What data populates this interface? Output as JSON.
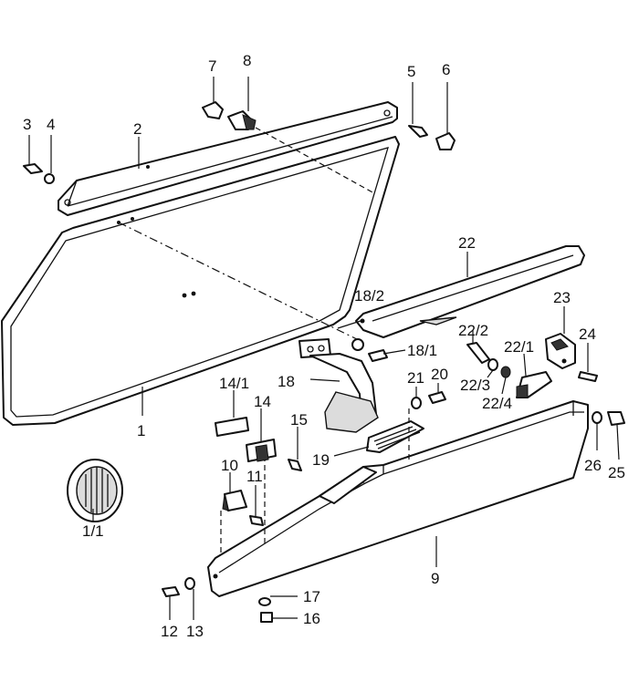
{
  "diagram": {
    "callouts": [
      {
        "id": "c3",
        "text": "3"
      },
      {
        "id": "c4",
        "text": "4"
      },
      {
        "id": "c2",
        "text": "2"
      },
      {
        "id": "c7",
        "text": "7"
      },
      {
        "id": "c8",
        "text": "8"
      },
      {
        "id": "c5",
        "text": "5"
      },
      {
        "id": "c6",
        "text": "6"
      },
      {
        "id": "c22",
        "text": "22"
      },
      {
        "id": "c18_2",
        "text": "18/2"
      },
      {
        "id": "c23",
        "text": "23"
      },
      {
        "id": "c22_2",
        "text": "22/2"
      },
      {
        "id": "c22_1",
        "text": "22/1"
      },
      {
        "id": "c24",
        "text": "24"
      },
      {
        "id": "c18_1",
        "text": "18/1"
      },
      {
        "id": "c22_3",
        "text": "22/3"
      },
      {
        "id": "c22_4",
        "text": "22/4"
      },
      {
        "id": "c14_1",
        "text": "14/1"
      },
      {
        "id": "c18",
        "text": "18"
      },
      {
        "id": "c21",
        "text": "21"
      },
      {
        "id": "c20",
        "text": "20"
      },
      {
        "id": "c1",
        "text": "1"
      },
      {
        "id": "c14",
        "text": "14"
      },
      {
        "id": "c15",
        "text": "15"
      },
      {
        "id": "c19",
        "text": "19"
      },
      {
        "id": "c26",
        "text": "26"
      },
      {
        "id": "c25",
        "text": "25"
      },
      {
        "id": "c10",
        "text": "10"
      },
      {
        "id": "c11",
        "text": "11"
      },
      {
        "id": "c1_1",
        "text": "1/1"
      },
      {
        "id": "c9",
        "text": "9"
      },
      {
        "id": "c17",
        "text": "17"
      },
      {
        "id": "c16",
        "text": "16"
      },
      {
        "id": "c12",
        "text": "12"
      },
      {
        "id": "c13",
        "text": "13"
      }
    ]
  }
}
